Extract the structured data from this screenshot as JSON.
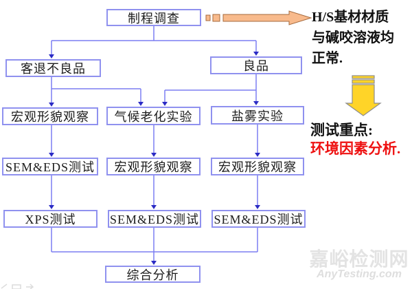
{
  "flowchart": {
    "nodes": {
      "process_survey": "制程调查",
      "returned_defect": "客退不良品",
      "good_sample": "良品",
      "macro_obs_left": "宏观形貌观察",
      "climate_aging": "气候老化实验",
      "salt_spray": "盐雾实验",
      "sem_eds_left": "SEM&EDS测试",
      "macro_obs_mid": "宏观形貌观察",
      "macro_obs_right": "宏观形貌观察",
      "xps_test": "XPS测试",
      "sem_eds_mid": "SEM&EDS测试",
      "sem_eds_right": "SEM&EDS测试",
      "final_analysis": "综合分析"
    }
  },
  "annotations": {
    "survey_result_lines": [
      "H/S基材材质",
      "与碱咬溶液均",
      "正常."
    ],
    "test_focus_label": "测试重点:",
    "test_focus_highlight": "环境因素分析."
  },
  "watermark": {
    "site_name": "嘉峪检测网",
    "site_domain": "AnyTesting.com"
  },
  "colors": {
    "node_border": "#8F91EF",
    "connector_line": "#7B7DF2",
    "connector_arrowhead": "#2B2BC4",
    "orange_arrow_fill": "#F8BA8C",
    "orange_arrow_stroke": "#A5693C",
    "yellow_arrow_fill": "#FFD428",
    "yellow_arrow_stroke": "#8C8C8C",
    "highlight_red": "#EE1111",
    "watermark_gray": "#E3E3E3"
  }
}
